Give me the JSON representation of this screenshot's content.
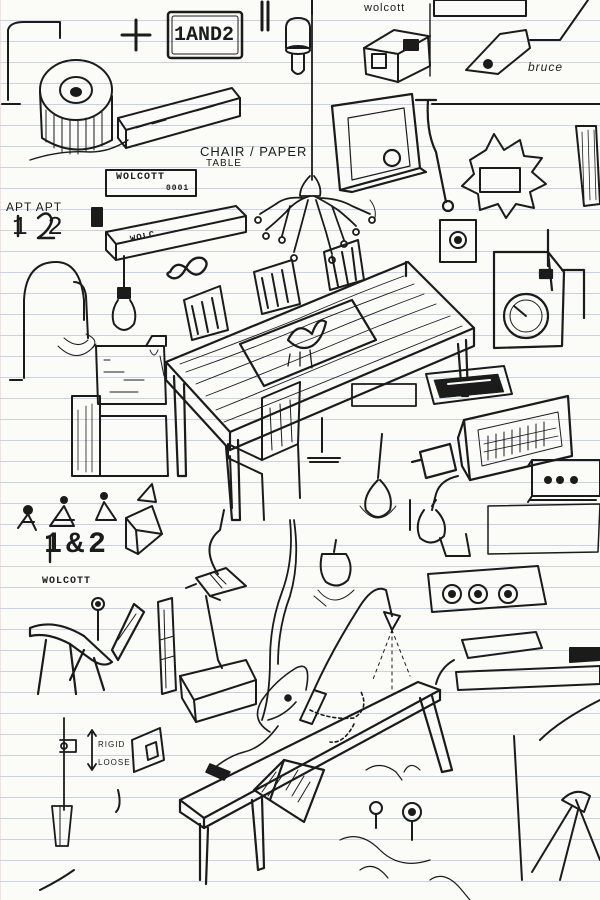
{
  "sketch": {
    "brand_plate": "1AND2",
    "chair_paper": "CHAIR / PAPER",
    "table": "TABLE",
    "wolcott_label": "WOLCOTT",
    "wolcott_number": "0001",
    "wolc_beam": "WOLC",
    "apt_labels": "APT APT",
    "apt_numbers": "1  2",
    "figures_numbers": "1&2",
    "wolcott_small": "WOLCOTT",
    "wolcott_top": "wolcott",
    "signature": "bruce",
    "rigid": "RIGID",
    "loose": "LOOSE",
    "plus": "+"
  }
}
